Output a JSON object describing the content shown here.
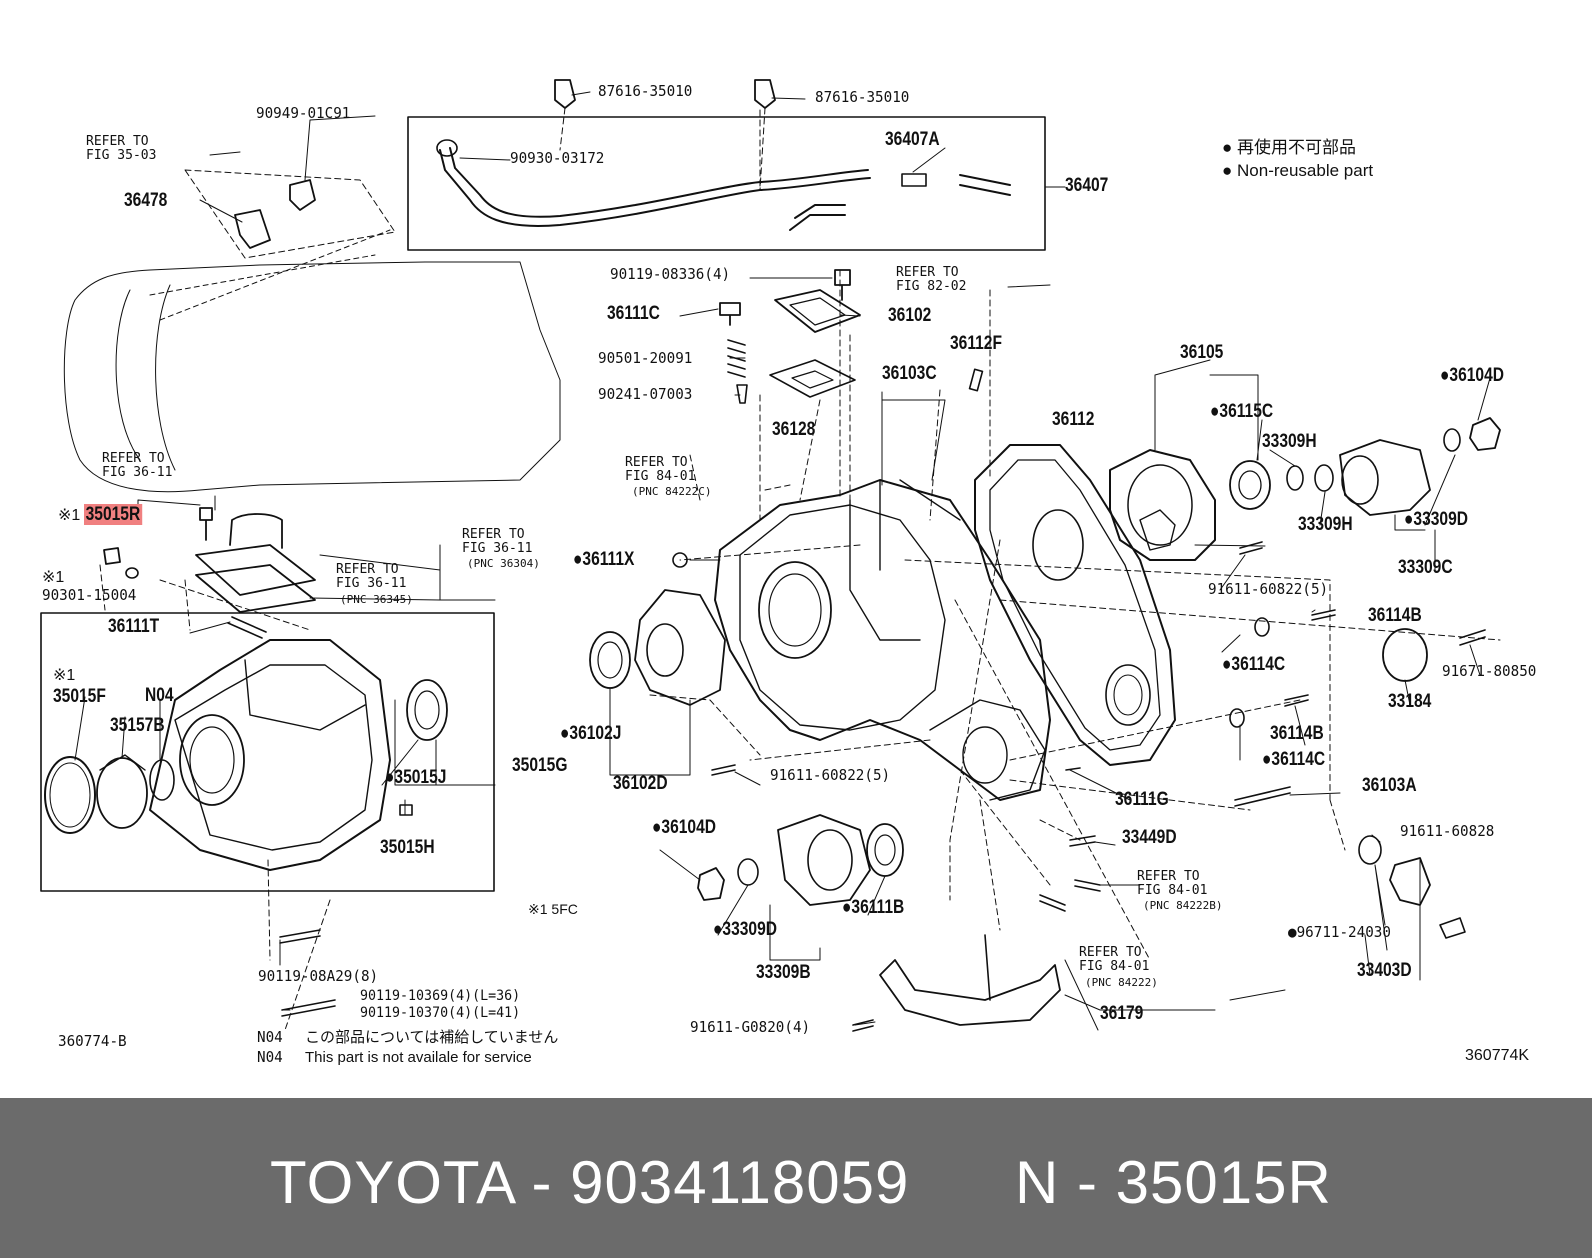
{
  "legend": {
    "jp": "再使用不可部品",
    "en": "Non-reusable part"
  },
  "labels": {
    "p87616a": "87616-35010",
    "p87616b": "87616-35010",
    "p90949": "90949-01C91",
    "ref3503": "REFER TO\nFIG 35-03",
    "p36478": "36478",
    "p90930": "90930-03172",
    "p36407A": "36407A",
    "p36407": "36407",
    "p90119_08336": "90119-08336(4)",
    "ref8202": "REFER TO\nFIG 82-02",
    "p36111C": "36111C",
    "p36102": "36102",
    "p90501": "90501-20091",
    "p36112F": "36112F",
    "p90241": "90241-07003",
    "p36103C": "36103C",
    "p36128": "36128",
    "p36105": "36105",
    "p36104D_a": "36104D",
    "p36112": "36112",
    "p36115C": "36115C",
    "p33309H_a": "33309H",
    "ref3611a": "REFER TO\nFIG 36-11",
    "ref8401a": "REFER TO\nFIG 84-01",
    "pnc84222C": "(PNC 84222C)",
    "mark1a": "※1",
    "p35015R": "35015R",
    "ref3611b": "REFER TO\nFIG 36-11",
    "pnc36304": "(PNC 36304)",
    "p36111X": "36111X",
    "p33309H_b": "33309H",
    "p33309D_a": "33309D",
    "mark1b": "※1",
    "p90301": "90301-15004",
    "ref3611c": "REFER TO\nFIG 36-11",
    "pnc36345": "(PNC 36345)",
    "p33309C": "33309C",
    "p91611_60822a": "91611-60822(5)",
    "p36111T": "36111T",
    "p36114B_a": "36114B",
    "p36114C_a": "36114C",
    "p91671": "91671-80850",
    "mark1c": "※1",
    "p35015F": "35015F",
    "pN04": "N04",
    "p35157B": "35157B",
    "p33184": "33184",
    "p36102J": "36102J",
    "p36114B_b": "36114B",
    "p36114C_b": "36114C",
    "p35015J": "35015J",
    "p35015G": "35015G",
    "p91611_60822b": "91611-60822(5)",
    "p36102D": "36102D",
    "p36103A": "36103A",
    "p36111G": "36111G",
    "p36104D_b": "36104D",
    "p35015H": "35015H",
    "p33449D": "33449D",
    "p91611_60828": "91611-60828",
    "ref8401b": "REFER TO\nFIG 84-01",
    "pnc84222B": "(PNC 84222B)",
    "mark5fc": "※1 5FC",
    "p36111B": "36111B",
    "p33309D_b": "33309D",
    "p96711": "96711-24030",
    "p33403D": "33403D",
    "p33309B": "33309B",
    "ref8401c": "REFER TO\nFIG 84-01",
    "pnc84222": "(PNC 84222)",
    "p90119_08A29": "90119-08A29(8)",
    "p90119_10369": "90119-10369(4)(L=36)",
    "p90119_10370": "90119-10370(4)(L=41)",
    "p36179": "36179",
    "p91611_G0820": "91611-G0820(4)",
    "code_left": "360774-B",
    "n04a": "N04",
    "n04a_txt": "この部品については補給していません",
    "n04b": "N04",
    "n04b_txt": "This part is not availale for service",
    "code_right": "360774K"
  },
  "footer": {
    "brand_part": "TOYOTA - 9034118059",
    "ref": "N - 35015R"
  },
  "colors": {
    "footer_bg": "#6b6b6b",
    "highlight": "#f08080",
    "line": "#111111"
  }
}
